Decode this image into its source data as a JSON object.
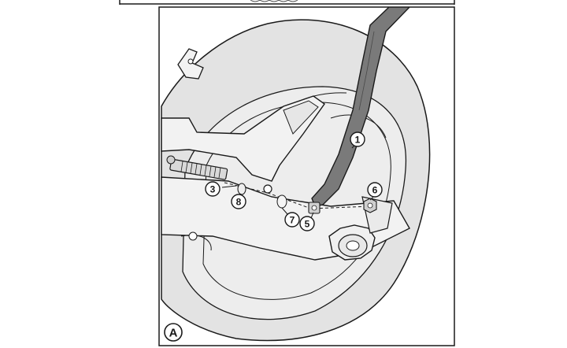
{
  "figure": {
    "panel_label": "A",
    "callouts": [
      {
        "id": "c1",
        "label": "1",
        "part": "bracket-arm"
      },
      {
        "id": "c3",
        "label": "3",
        "part": "long-bolt"
      },
      {
        "id": "c5",
        "label": "5",
        "part": "spacer"
      },
      {
        "id": "c6",
        "label": "6",
        "part": "nut"
      },
      {
        "id": "c7",
        "label": "7",
        "part": "washer"
      },
      {
        "id": "c8",
        "label": "8",
        "part": "washer"
      }
    ],
    "colors": {
      "outline": "#1a1a1a",
      "wheel_fill": "#e3e3e3",
      "swingarm_fill": "#f2f2f2",
      "bracket_fill": "#7a7a7a",
      "background": "#ffffff"
    }
  }
}
